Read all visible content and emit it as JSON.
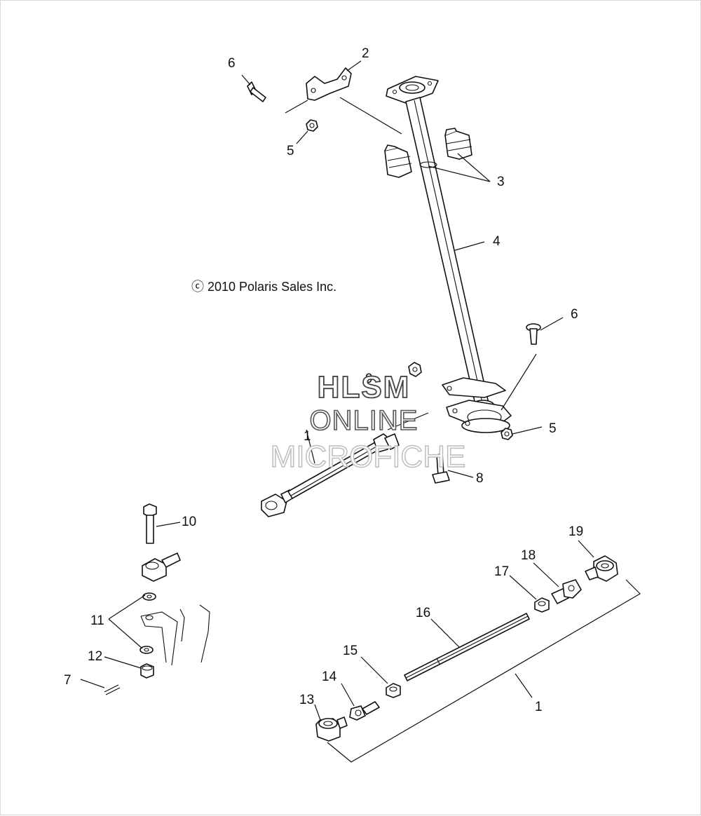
{
  "copyright": "ⓒ 2010 Polaris Sales Inc.",
  "watermark": {
    "line1": "HLSM",
    "line2": "ONLINE",
    "line3": "MICROFICHE"
  },
  "callouts": {
    "c6a": "6",
    "c2": "2",
    "c5a": "5",
    "c3": "3",
    "c4": "4",
    "c6b": "6",
    "c9": "9",
    "c1a": "1",
    "c5b": "5",
    "c8": "8",
    "c10": "10",
    "c11": "11",
    "c12": "12",
    "c7": "7",
    "c13": "13",
    "c14": "14",
    "c15": "15",
    "c16": "16",
    "c17": "17",
    "c18": "18",
    "c19": "19",
    "c1b": "1"
  }
}
